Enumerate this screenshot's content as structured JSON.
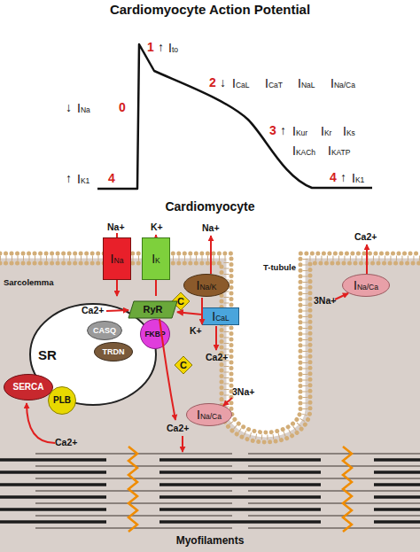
{
  "diagram": {
    "title": "Cardiomyocyte Action Potential",
    "nodes": [
      {
        "text": [
          "INa"
        ]
      },
      {
        "text": [
          "IK"
        ]
      },
      {
        "text": [
          "INa/K"
        ]
      },
      {
        "text": [
          "INa/Ca"
        ]
      },
      {
        "text": [
          "C"
        ]
      },
      {
        "text": [
          "SR"
        ]
      },
      {
        "text": [
          "RyR"
        ]
      },
      {
        "text": [
          "CASQ"
        ],
        "in": 5
      },
      {
        "text": [
          "FKBP"
        ]
      },
      {
        "text": [
          "TRDN"
        ],
        "in": 5
      },
      {
        "text": [
          "ICaL"
        ]
      },
      {
        "text": [
          "C"
        ]
      },
      {
        "text": [
          "INa/Ca"
        ]
      },
      {
        "text": [
          "SERCA"
        ]
      },
      {
        "text": [
          "PLB"
        ]
      }
    ],
    "edges": [
      {
        "from": 10,
        "to": 6,
        "arrow": "to"
      }
    ],
    "labels": [
      "1",
      "↑",
      "Ito",
      "2",
      "↓",
      "ICaL",
      "ICaT",
      "INaL",
      "INa/Ca",
      "↓",
      "INa",
      "0",
      "3",
      "↑",
      "IKur",
      "IKr",
      "IKs",
      "IKACh",
      "IKATP",
      "↑",
      "IK1",
      "4",
      "4",
      "↑",
      "IK1",
      "Cardiomyocyte",
      "Na+",
      "K+",
      "Na+",
      "Ca2+",
      "Sarcolemma",
      "T-tubule",
      "3Na+",
      "Ca2+",
      "K+",
      "Ca2+",
      "3Na+",
      "Ca2+",
      "Ca2+",
      "Myofilaments"
    ]
  }
}
